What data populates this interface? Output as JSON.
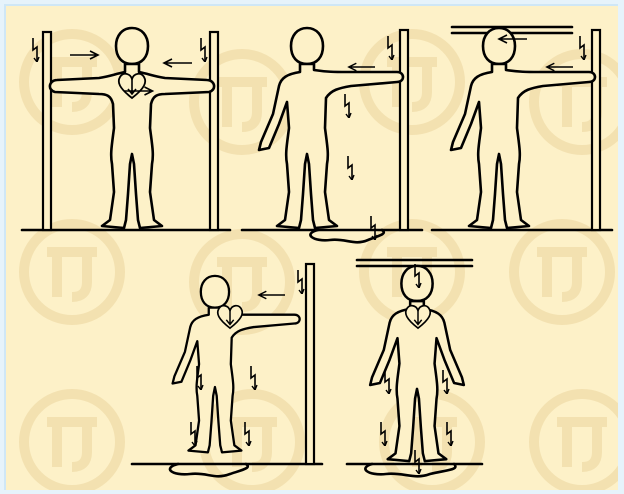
{
  "figure": {
    "panel_count": 5,
    "colors": {
      "background": "#e6f3fb",
      "panel": "#fdf1c8",
      "ink": "#000000",
      "watermark": "#f3e1b0"
    },
    "icons": [
      "lightning-bolt-icon",
      "current-arrow-icon",
      "heart-icon",
      "watermark-logo-icon"
    ],
    "scenes": [
      {
        "path": "hand-to-hand"
      },
      {
        "path": "hand-to-foot"
      },
      {
        "path": "head-to-hand"
      },
      {
        "path": "hand-to-feet"
      },
      {
        "path": "head-to-feet"
      }
    ]
  }
}
